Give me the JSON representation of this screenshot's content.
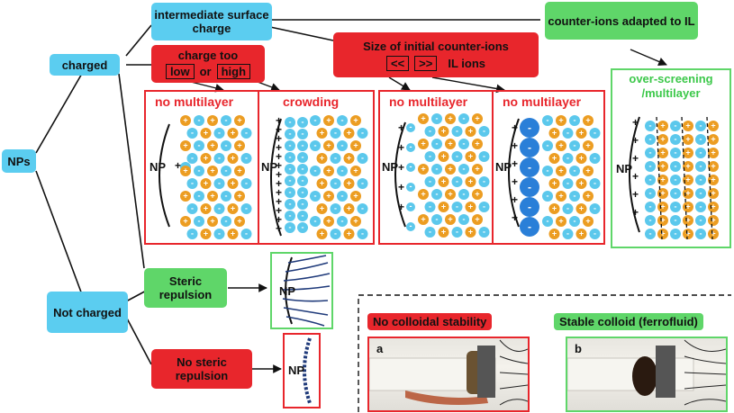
{
  "root": {
    "label": "NPs"
  },
  "charged": {
    "label": "charged"
  },
  "not_charged": {
    "label": "Not charged"
  },
  "intermediate": {
    "label": "intermediate surface charge"
  },
  "counter_ions_adapted": {
    "label": "counter-ions adapted to IL"
  },
  "charge_too": {
    "label": "charge too",
    "low": "low",
    "or": "or",
    "high": "high"
  },
  "size_initial": {
    "label": "Size of initial counter-ions",
    "lt": "<<",
    "gt": ">>",
    "suffix": "IL ions"
  },
  "panels": [
    {
      "title": "no multilayer",
      "border": "red"
    },
    {
      "title": "crowding",
      "border": "red"
    },
    {
      "title": "no multilayer",
      "border": "red"
    },
    {
      "title": "no multilayer",
      "border": "red"
    },
    {
      "title": "over-screening /multilayer",
      "border": "green"
    }
  ],
  "np_label": "NP",
  "steric": {
    "label": "Steric repulsion"
  },
  "no_steric": {
    "label": "No steric repulsion"
  },
  "photos": {
    "left": {
      "header": "No colloidal stability",
      "tag": "a"
    },
    "right": {
      "header": "Stable colloid (ferrofluid)",
      "tag": "b"
    }
  },
  "colors": {
    "red": "#e8262c",
    "green": "#5fd669",
    "blue": "#5bcdf0",
    "anion": "#5bc8ec",
    "cation": "#ec9d22",
    "big_anion": "#2a7fd8"
  }
}
